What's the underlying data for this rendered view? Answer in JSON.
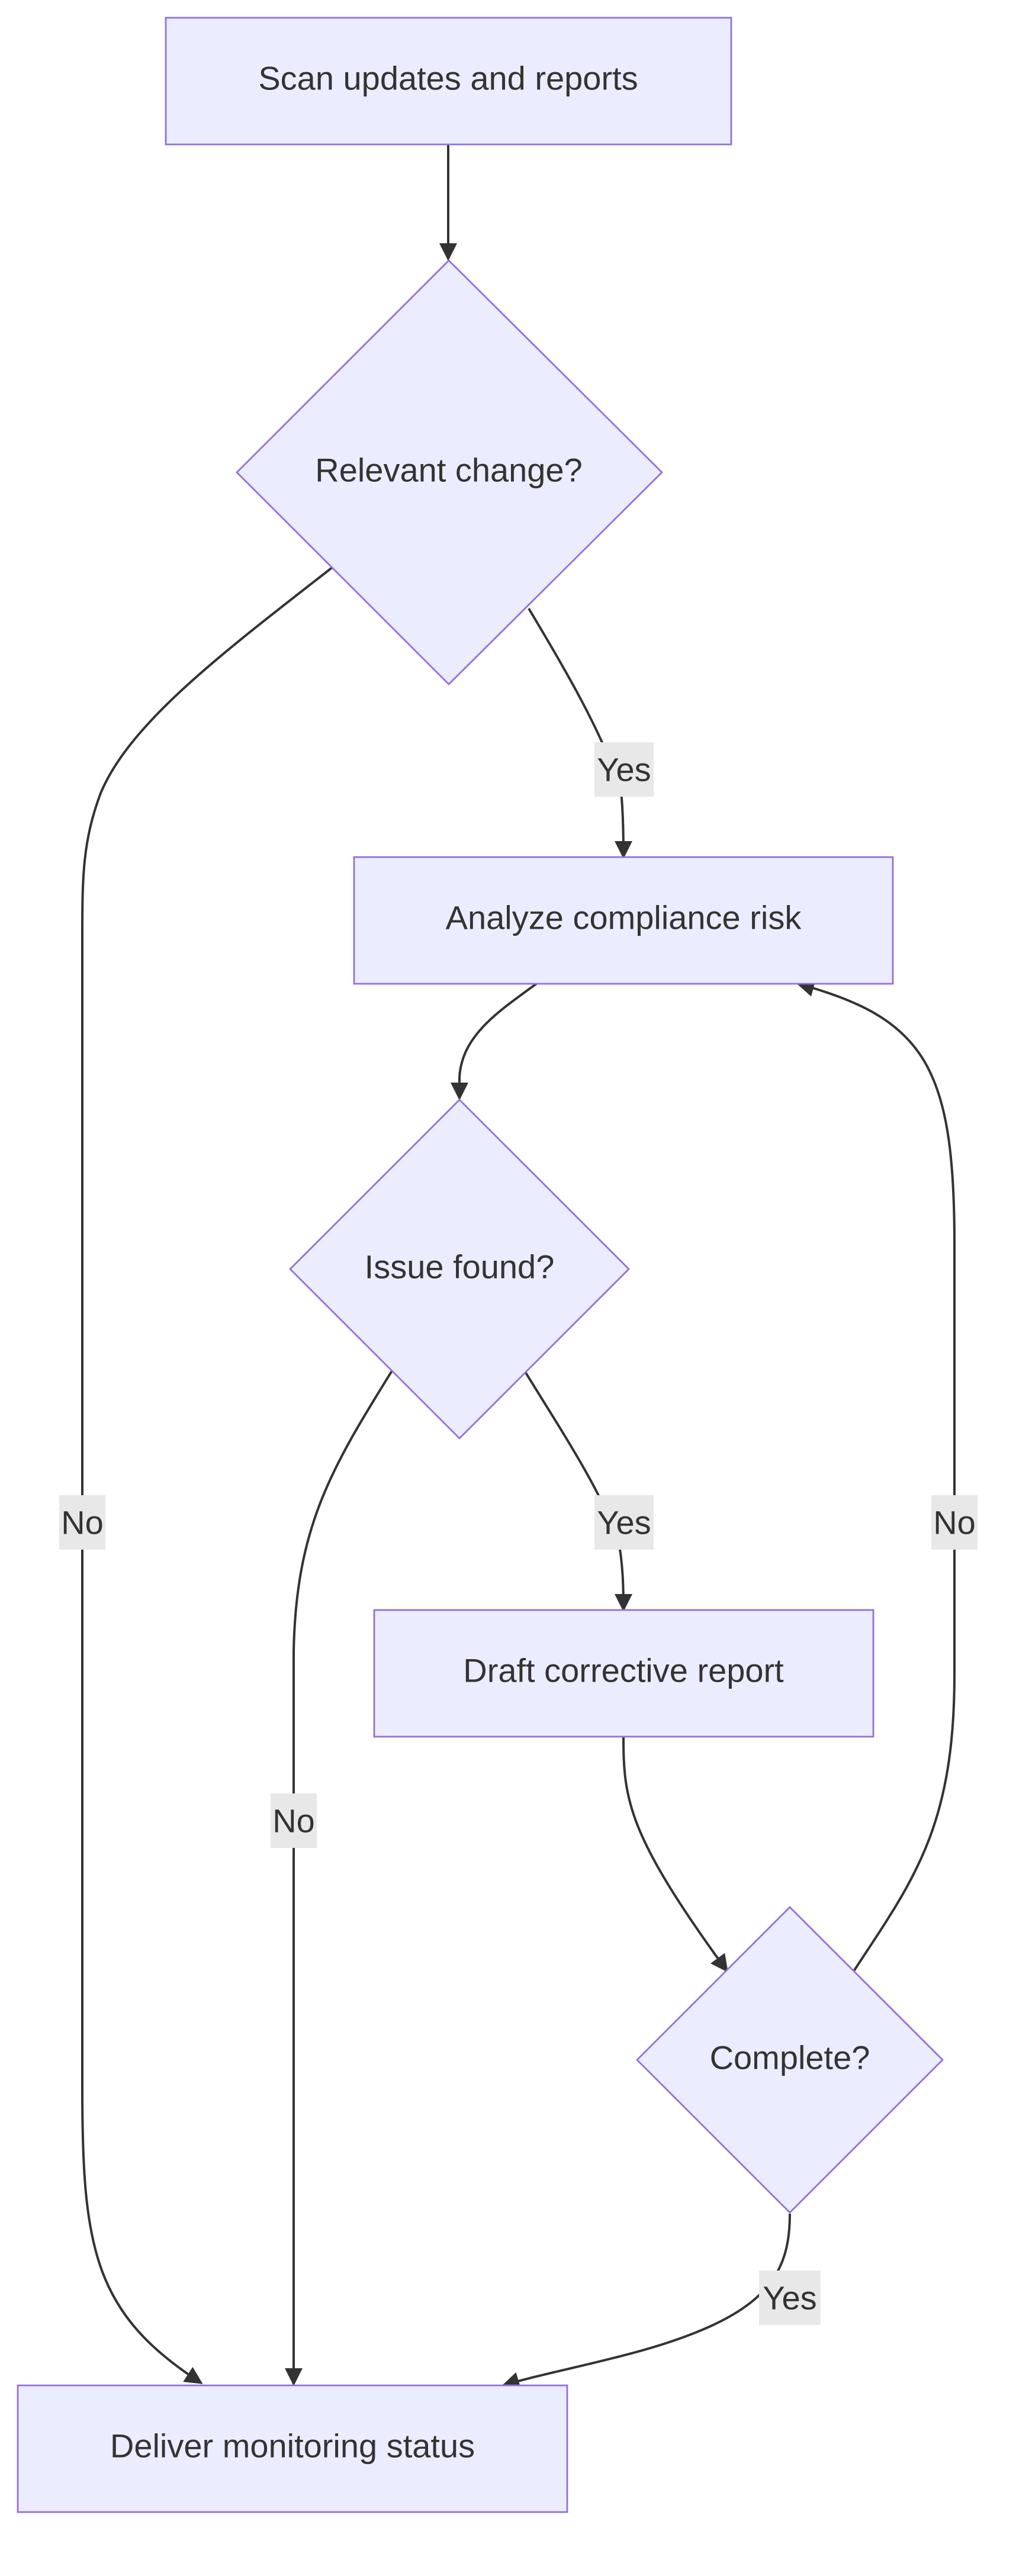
{
  "nodes": {
    "scan": {
      "label": "Scan updates and reports",
      "shape": "rect"
    },
    "relevant": {
      "label": "Relevant change?",
      "shape": "diamond"
    },
    "analyze": {
      "label": "Analyze compliance risk",
      "shape": "rect"
    },
    "issue": {
      "label": "Issue found?",
      "shape": "diamond"
    },
    "draft": {
      "label": "Draft corrective report",
      "shape": "rect"
    },
    "complete": {
      "label": "Complete?",
      "shape": "diamond"
    },
    "deliver": {
      "label": "Deliver monitoring status",
      "shape": "rect"
    }
  },
  "edges": [
    {
      "from": "scan",
      "to": "relevant",
      "label": ""
    },
    {
      "from": "relevant",
      "to": "analyze",
      "label": "Yes"
    },
    {
      "from": "relevant",
      "to": "deliver",
      "label": "No"
    },
    {
      "from": "analyze",
      "to": "issue",
      "label": ""
    },
    {
      "from": "issue",
      "to": "draft",
      "label": "Yes"
    },
    {
      "from": "issue",
      "to": "deliver",
      "label": "No"
    },
    {
      "from": "draft",
      "to": "complete",
      "label": ""
    },
    {
      "from": "complete",
      "to": "analyze",
      "label": "No"
    },
    {
      "from": "complete",
      "to": "deliver",
      "label": "Yes"
    }
  ],
  "colors": {
    "node_fill": "#ECECFF",
    "node_stroke": "#9370DB",
    "edge": "#333333",
    "text": "#333333",
    "edge_label_bg": "#E8E8E8"
  }
}
